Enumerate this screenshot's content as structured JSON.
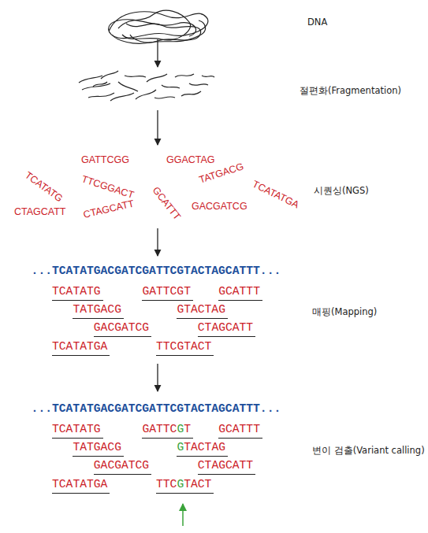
{
  "diagram": {
    "labels": [
      "DNA",
      "절편화(Fragmentation)",
      "GATTCGG",
      "GGACTAG",
      "TCATATG",
      "TTCGGACT",
      "TATGACG",
      "GCATTT",
      "TCATATGA",
      "시퀀싱(NGS)",
      "CTAGCATT",
      "CTAGCATT",
      "GACGATCG",
      "...TCATATGACGATCGATTCGTACTAGCATTT...",
      "TCATATG",
      "GATTCGT",
      "GCATTT",
      "TATGACG",
      "GTACTAG",
      "GACGATCG",
      "CTAGCATT",
      "TCATATGA",
      "TTCGTACT",
      "매핑(Mapping)",
      "...TCATATGACGATCGATTCGTACTAGCATTT...",
      "TCATATG",
      "GATTCGT",
      "GCATTT",
      "TATGACG",
      "GTACTAG",
      "GACGATCG",
      "CTAGCATT",
      "TCATATGA",
      "TTCGTACT",
      "변이 검출(Variant calling)"
    ]
  }
}
